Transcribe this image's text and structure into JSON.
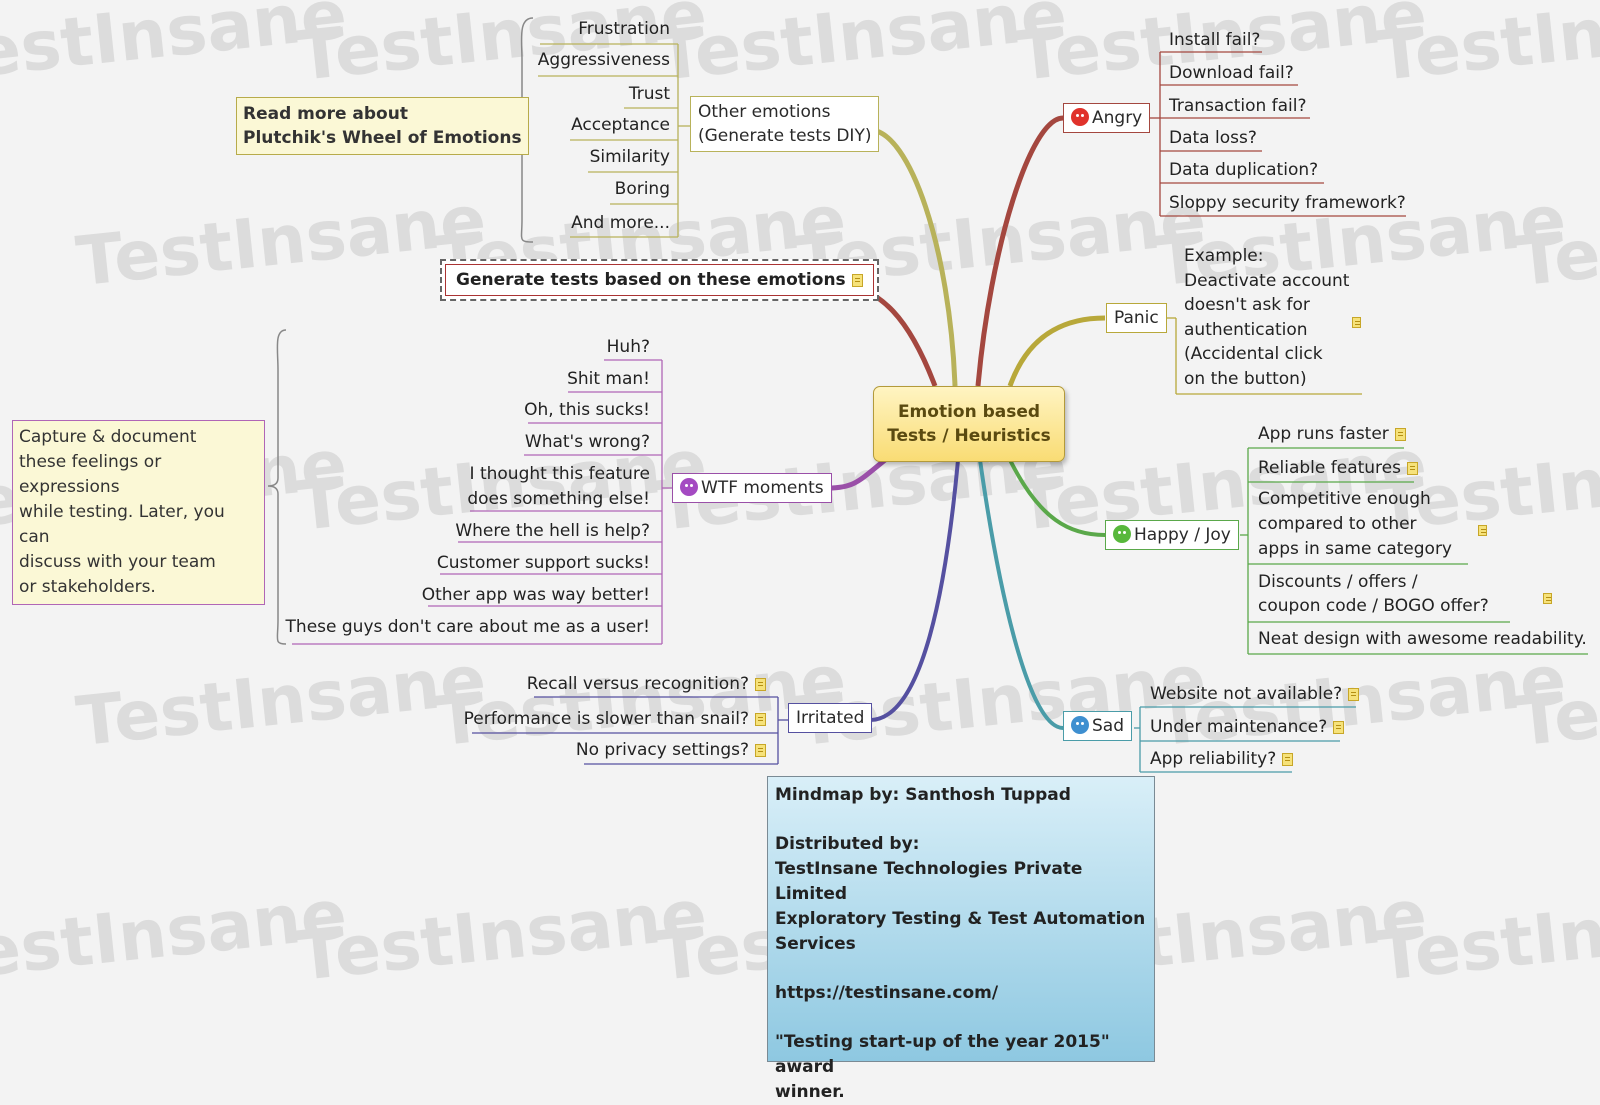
{
  "center": {
    "line1": "Emotion based",
    "line2": "Tests / Heuristics"
  },
  "other_emotions": {
    "label_line1": "Other emotions",
    "label_line2": "(Generate tests DIY)",
    "items": [
      "Frustration",
      "Aggressiveness",
      "Trust",
      "Acceptance",
      "Similarity",
      "Boring",
      "And more..."
    ],
    "note_line1": "Read more about",
    "note_line2": "Plutchik's Wheel of Emotions"
  },
  "generate": {
    "label": "Generate tests based on these emotions"
  },
  "wtf": {
    "label": "WTF moments",
    "items": [
      "Huh?",
      "Shit man!",
      "Oh, this sucks!",
      "What's wrong?",
      "I thought this feature",
      "does something else!",
      "Where the hell is help?",
      "Customer support sucks!",
      "Other app was way better!",
      "These guys don't care about me as a user!"
    ],
    "note_lines": [
      "Capture & document",
      "these feelings or expressions",
      "while testing. Later, you can",
      "discuss with your team",
      "or stakeholders."
    ]
  },
  "irritated": {
    "label": "Irritated",
    "items": [
      "Recall versus recognition?",
      "Performance is slower than snail?",
      "No privacy settings?"
    ]
  },
  "angry": {
    "label": "Angry",
    "items": [
      "Install fail?",
      "Download fail?",
      "Transaction fail?",
      "Data loss?",
      "Data duplication?",
      "Sloppy security framework?"
    ]
  },
  "panic": {
    "label": "Panic",
    "example_lines": [
      "Example:",
      "Deactivate account",
      "doesn't ask for",
      "authentication",
      "(Accidental click",
      "on the button)"
    ]
  },
  "happy": {
    "label": "Happy / Joy",
    "items": [
      "App runs faster",
      "Reliable features",
      "Competitive enough",
      "compared to other",
      "apps in same category",
      "Discounts / offers /",
      "coupon code / BOGO offer?",
      "Neat design with awesome readability."
    ]
  },
  "sad": {
    "label": "Sad",
    "items": [
      "Website not available?",
      "Under maintenance?",
      "App reliability?"
    ]
  },
  "credit": {
    "line1": "Mindmap by: Santhosh Tuppad",
    "line2": "Distributed by:",
    "line3": "TestInsane Technologies Private Limited",
    "line4": "Exploratory Testing & Test Automation",
    "line5": "Services",
    "line6": "https://testinsane.com/",
    "line7": "\"Testing start-up of the year 2015\" award",
    "line8": "winner."
  },
  "watermark": "TestInsane",
  "colors": {
    "background": "#f3f3f3",
    "center_fill": "#f9dc74",
    "olive_branch": "#b8b25a",
    "red_branch": "#a4473f",
    "purple_branch": "#9a4fa8",
    "navy_branch": "#5550a0",
    "yellow_branch": "#b8a83a",
    "green_branch": "#5aa84a",
    "teal_branch": "#4a9ca8"
  }
}
